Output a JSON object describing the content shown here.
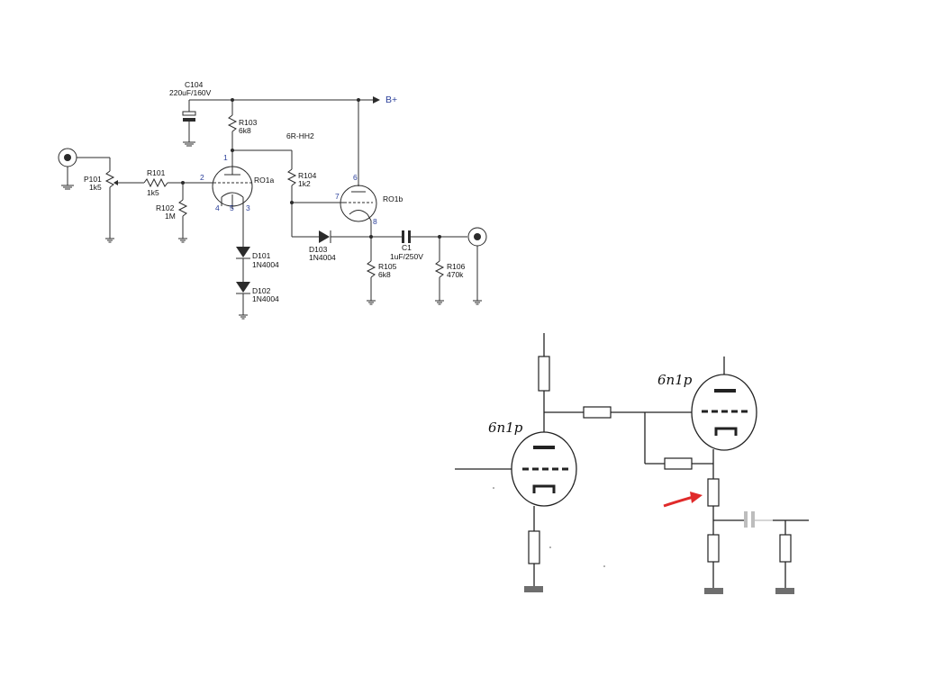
{
  "top_schematic": {
    "supply_label": "B+",
    "tube_type": "6R-HH2",
    "components": {
      "C104": {
        "ref": "C104",
        "value": "220uF/160V"
      },
      "R103": {
        "ref": "R103",
        "value": "6k8"
      },
      "R104": {
        "ref": "R104",
        "value": "1k2"
      },
      "P101": {
        "ref": "P101",
        "value": "1k5"
      },
      "R101": {
        "ref": "R101",
        "value": "1k5"
      },
      "R102": {
        "ref": "R102",
        "value": "1M"
      },
      "RO1a": {
        "ref": "RO1a"
      },
      "RO1b": {
        "ref": "RO1b"
      },
      "D101": {
        "ref": "D101",
        "value": "1N4004"
      },
      "D102": {
        "ref": "D102",
        "value": "1N4004"
      },
      "D103": {
        "ref": "D103",
        "value": "1N4004"
      },
      "C1": {
        "ref": "C1",
        "value": "1uF/250V"
      },
      "R105": {
        "ref": "R105",
        "value": "6k8"
      },
      "R106": {
        "ref": "R106",
        "value": "470k"
      }
    },
    "pins": {
      "p1": "1",
      "p2": "2",
      "p3": "3",
      "p4": "4",
      "p5": "5",
      "p6": "6",
      "p7": "7",
      "p8": "8"
    }
  },
  "bottom_sketch": {
    "tube_left_label": "6n1p",
    "tube_right_label": "6n1p",
    "accent_colors": {
      "arrow": "#e02a2a",
      "ground": "#6e6e6e",
      "capacitor": "#bdbdbd"
    }
  }
}
